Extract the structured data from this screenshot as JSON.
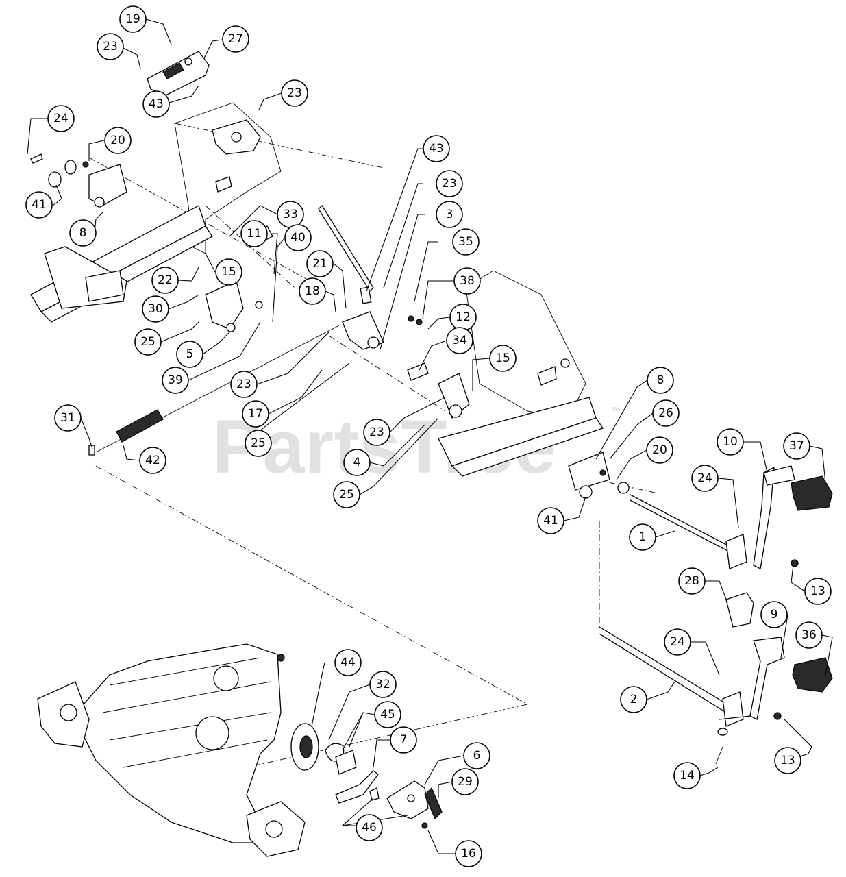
{
  "watermark": {
    "text": "PartsTree",
    "trademark": "™"
  },
  "callouts": [
    "19",
    "23",
    "27",
    "43",
    "23",
    "24",
    "20",
    "41",
    "8",
    "43",
    "23",
    "33",
    "3",
    "11",
    "40",
    "35",
    "21",
    "15",
    "22",
    "18",
    "38",
    "12",
    "30",
    "25",
    "5",
    "34",
    "15",
    "39",
    "23",
    "17",
    "8",
    "26",
    "31",
    "42",
    "25",
    "23",
    "20",
    "37",
    "10",
    "24",
    "4",
    "25",
    "41",
    "1",
    "13",
    "28",
    "9",
    "36",
    "24",
    "2",
    "13",
    "14",
    "44",
    "32",
    "45",
    "7",
    "6",
    "29",
    "46",
    "16"
  ]
}
